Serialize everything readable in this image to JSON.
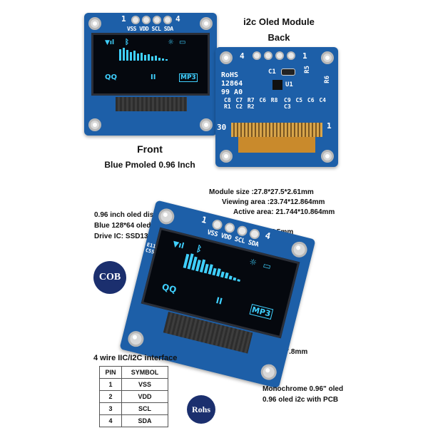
{
  "top_right_title": {
    "line1": "i2c Oled Module",
    "line2": "Back"
  },
  "front_caption": {
    "line1": "Front",
    "line2": "Blue Pmoled 0.96 Inch"
  },
  "front_board": {
    "pin_label_1": "1",
    "pin_label_4": "4",
    "pins_text": "VSS VDD SCL SDA",
    "screen": {
      "qq": "QQ",
      "pause": "II",
      "mp3": "MP3"
    }
  },
  "back_board": {
    "label_4": "4",
    "label_1_top": "1",
    "label_30": "30",
    "label_1_bottom": "1",
    "rohs": "RoHS",
    "part": "12864",
    "code": "99 A0",
    "comps_left": "C8 C7 R7 C6 R8 R1 C2 R2",
    "comps_right": "C9 C5 C6 C4 C3",
    "r5": "R5",
    "r6": "R6",
    "c1": "C1",
    "u1": "U1"
  },
  "specs": {
    "module_size": "Module size :27.8*27.5*2.61mm",
    "viewing_area": "Viewing area :23.74*12.864mm",
    "active_area": "Active area: 21.744*10.864mm"
  },
  "left_specs": {
    "line1": "0.96 inch oled display",
    "line2": "Blue 128*64 oled",
    "line3": "Drive IC: SSD1306"
  },
  "badges": {
    "cob": "COB",
    "rohs": "Rohs"
  },
  "dims": {
    "width": "27.5mm",
    "height": "27.8mm"
  },
  "main_board": {
    "pin_label_1": "1",
    "pin_label_4": "4",
    "pins_text": "VSS VDD SCL SDA",
    "screen": {
      "qq": "QQ",
      "pause": "II",
      "mp3": "MP3"
    },
    "side_marks": "E11 C55"
  },
  "interface_title": "4 wire IIC/I2C interface",
  "pin_table": {
    "headers": [
      "PIN",
      "SYMBOL"
    ],
    "rows": [
      [
        "1",
        "VSS"
      ],
      [
        "2",
        "VDD"
      ],
      [
        "3",
        "SCL"
      ],
      [
        "4",
        "SDA"
      ]
    ]
  },
  "bottom_right": {
    "line1": "Monochrome 0.96\" oled",
    "line2": "0.96 oled i2c with PCB"
  }
}
